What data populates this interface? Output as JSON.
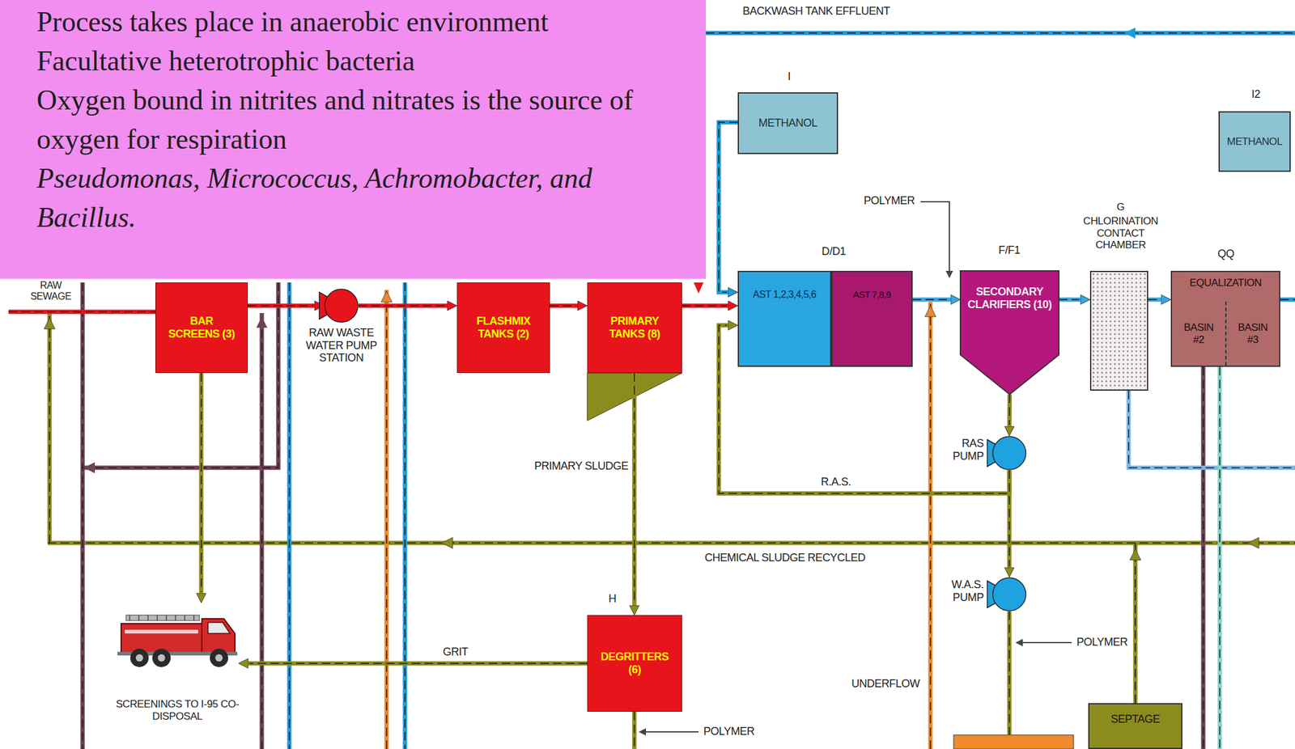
{
  "diagram": {
    "nodes": [
      {
        "text": [
          "Process takes place in anaerobic environment",
          "Facultative heterotrophic bacteria",
          "Oxygen bound in nitrites and nitrates is the source of oxygen for respiration",
          "Pseudomonas, Micrococcus, Achromobacter, and Bacillus."
        ]
      },
      {
        "text": [
          "BAR SCREENS (3)"
        ]
      },
      {
        "text": [
          "RAW WASTE WATER PUMP STATION"
        ]
      },
      {
        "text": [
          "FLASHMIX TANKS (2)"
        ]
      },
      {
        "text": [
          "PRIMARY TANKS (8)"
        ]
      },
      {
        "text": [
          "I",
          "METHANOL"
        ]
      },
      {
        "text": [
          "I2",
          "METHANOL"
        ]
      },
      {
        "text": [
          "D/D1",
          "AST 1,2,3,4,5,6"
        ]
      },
      {
        "text": [
          "AST 7,8,9"
        ]
      },
      {
        "text": [
          "F/F1",
          "SECONDARY CLARIFIERS (10)"
        ]
      },
      {
        "text": [
          "G",
          "CHLORINATION CONTACT CHAMBER"
        ]
      },
      {
        "text": [
          "QQ",
          "EQUALIZATION"
        ]
      },
      {
        "text": [
          "BASIN #2"
        ],
        "in": 11
      },
      {
        "text": [
          "BASIN #3"
        ],
        "in": 11
      },
      {
        "text": [
          "RAS PUMP"
        ]
      },
      {
        "text": [
          "W.A.S. PUMP"
        ]
      },
      {
        "text": [
          "H",
          "DEGRITTERS (6)"
        ]
      },
      {
        "text": [
          "SCREENINGS TO I-95 CO-DISPOSAL"
        ]
      },
      {
        "text": [
          "SEPTAGE"
        ]
      }
    ],
    "edges": [
      {
        "from": 1,
        "to": 2,
        "arrow": "to"
      },
      {
        "from": 2,
        "to": 3,
        "arrow": "to"
      },
      {
        "from": 3,
        "to": 4,
        "arrow": "to"
      },
      {
        "from": 4,
        "to": 7,
        "arrow": "to"
      },
      {
        "from": 5,
        "to": 7,
        "arrow": "to"
      },
      {
        "from": 8,
        "to": 9,
        "arrow": "to"
      },
      {
        "from": 9,
        "to": 10,
        "arrow": "to"
      },
      {
        "from": 10,
        "to": 11,
        "arrow": "to"
      },
      {
        "from": 9,
        "to": 14,
        "arrow": "to"
      },
      {
        "from": 14,
        "to": 7,
        "label": "R.A.S.",
        "arrow": "to"
      },
      {
        "from": 14,
        "to": 15,
        "arrow": "to"
      },
      {
        "from": 4,
        "to": 16,
        "label": "PRIMARY SLUDGE",
        "arrow": "to"
      },
      {
        "from": 16,
        "to": 17,
        "label": "GRIT",
        "arrow": "to"
      },
      {
        "from": 1,
        "to": 17,
        "arrow": "to"
      }
    ],
    "labels": [
      "BACKWASH TANK EFFLUENT",
      "RAW SEWAGE",
      "POLYMER",
      "POLYMER",
      "POLYMER",
      "CHEMICAL SLUDGE RECYCLED",
      "UNDERFLOW"
    ]
  }
}
